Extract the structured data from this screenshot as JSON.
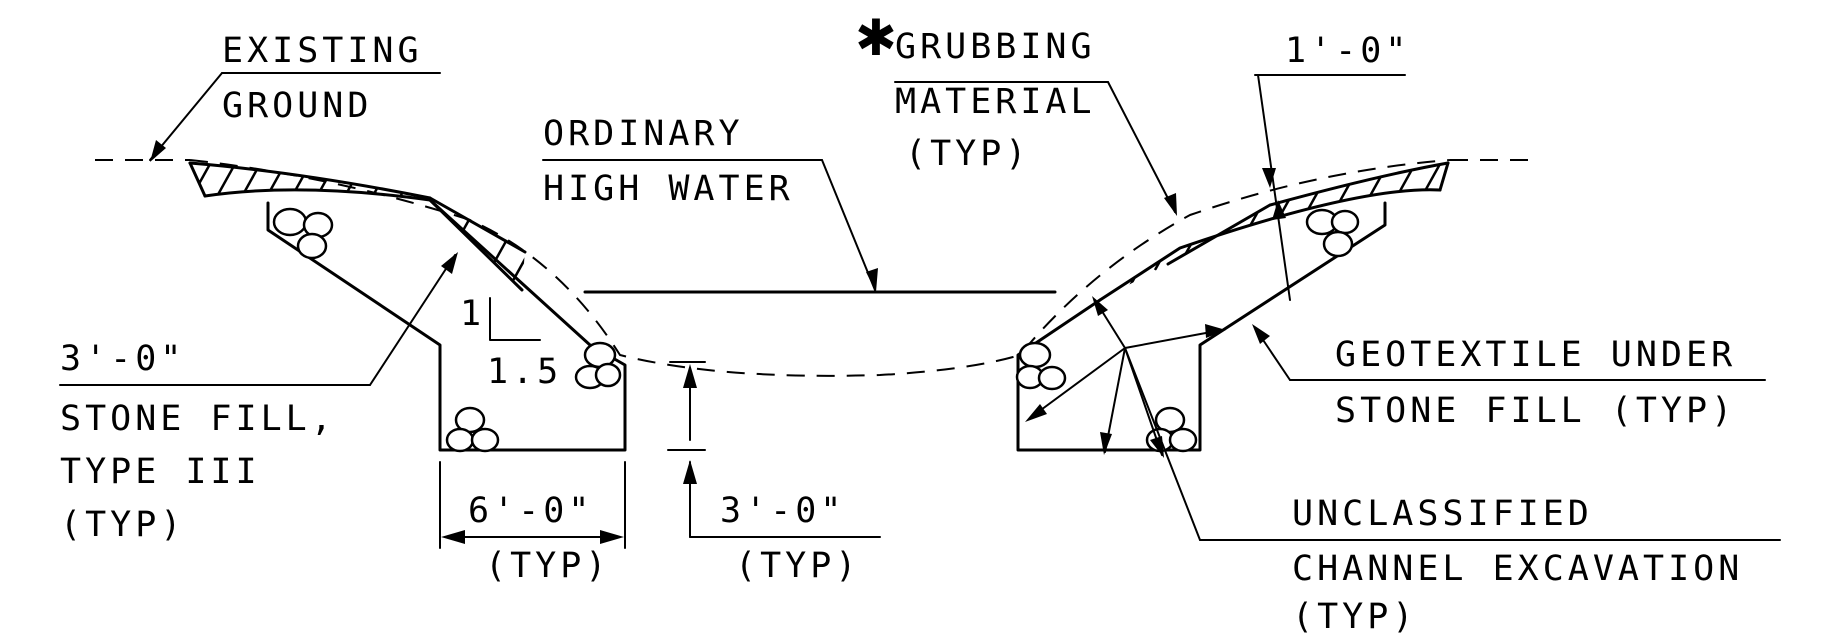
{
  "labels": {
    "existing_ground": [
      "EXISTING",
      "GROUND"
    ],
    "grubbing_star": "✱",
    "grubbing": [
      "GRUBBING",
      "MATERIAL",
      "(TYP)"
    ],
    "one_foot": "1'-0\"",
    "ordinary_high_water": [
      "ORDINARY",
      "HIGH WATER"
    ],
    "stone_fill": [
      "3'-0\"",
      "STONE FILL,",
      "TYPE III",
      "(TYP)"
    ],
    "slope": {
      "rise": "1",
      "run": "1.5"
    },
    "geotextile": [
      "GEOTEXTILE UNDER",
      "STONE FILL (TYP)"
    ],
    "bottom_width": [
      "6'-0\"",
      "(TYP)"
    ],
    "depth": [
      "3'-0\"",
      "(TYP)"
    ],
    "excavation": [
      "UNCLASSIFIED",
      "CHANNEL EXCAVATION",
      "(TYP)"
    ]
  }
}
